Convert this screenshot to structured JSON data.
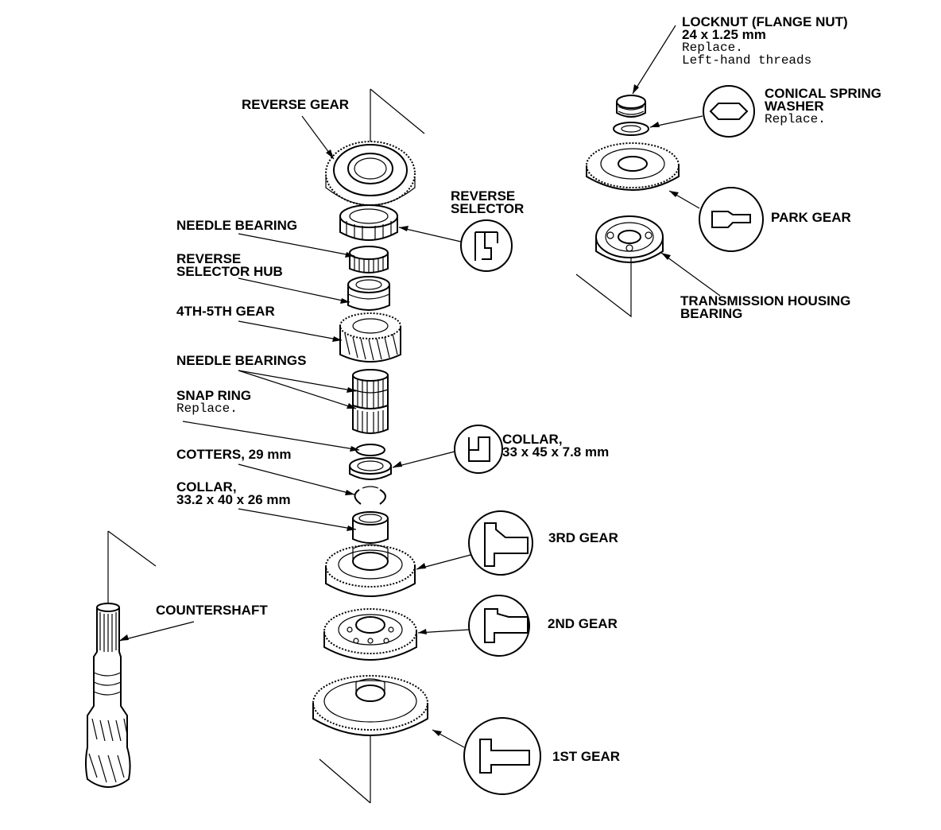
{
  "labels": {
    "reverse_gear": "REVERSE GEAR",
    "needle_bearing": "NEEDLE BEARING",
    "reverse_selector_hub": [
      "REVERSE",
      "SELECTOR HUB"
    ],
    "fourth_fifth_gear": "4TH-5TH GEAR",
    "needle_bearings": "NEEDLE BEARINGS",
    "snap_ring": {
      "name": "SNAP RING",
      "note": "Replace."
    },
    "cotters": "COTTERS, 29 mm",
    "collar_lower": [
      "COLLAR,",
      "33.2 x 40 x 26 mm"
    ],
    "reverse_selector": [
      "REVERSE",
      "SELECTOR"
    ],
    "collar_upper": [
      "COLLAR,",
      "33 x 45 x 7.8 mm"
    ],
    "third_gear": "3RD GEAR",
    "second_gear": "2ND GEAR",
    "first_gear": "1ST GEAR",
    "countershaft": "COUNTERSHAFT",
    "locknut": {
      "name": "LOCKNUT (FLANGE NUT)",
      "size": "24 x 1.25 mm",
      "notes": [
        "Replace.",
        "Left-hand threads"
      ]
    },
    "conical_spring_washer": {
      "name": [
        "CONICAL SPRING",
        "WASHER"
      ],
      "note": "Replace."
    },
    "park_gear": "PARK GEAR",
    "transmission_housing_bearing": [
      "TRANSMISSION HOUSING",
      "BEARING"
    ]
  }
}
